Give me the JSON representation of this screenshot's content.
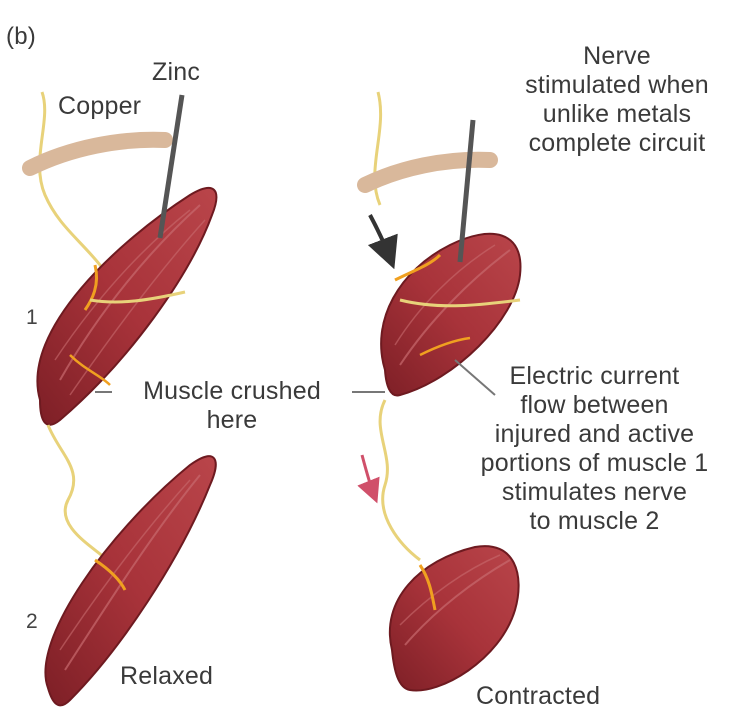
{
  "panel_label": "(b)",
  "labels": {
    "zinc": "Zinc",
    "copper": "Copper",
    "nerve_note": "Nerve\nstimulated when\nunlike metals\ncomplete circuit",
    "crushed": "Muscle crushed\nhere",
    "current_note": "Electric current\nflow between\ninjured and active\nportions of muscle 1\nstimulates nerve\nto muscle 2",
    "relaxed": "Relaxed",
    "contracted": "Contracted"
  },
  "numbers": {
    "muscle1": "1",
    "muscle2": "2"
  },
  "colors": {
    "muscle": "#a8333a",
    "muscle_dark": "#7d1f26",
    "muscle_light": "#c86a6e",
    "nerve": "#e8d27a",
    "nerve_branch": "#f0a020",
    "copper_rod": "#d9b89b",
    "zinc_wire": "#555555",
    "arrow_dark": "#333333",
    "arrow_pink": "#d0506a",
    "text": "#3a3a3a"
  }
}
